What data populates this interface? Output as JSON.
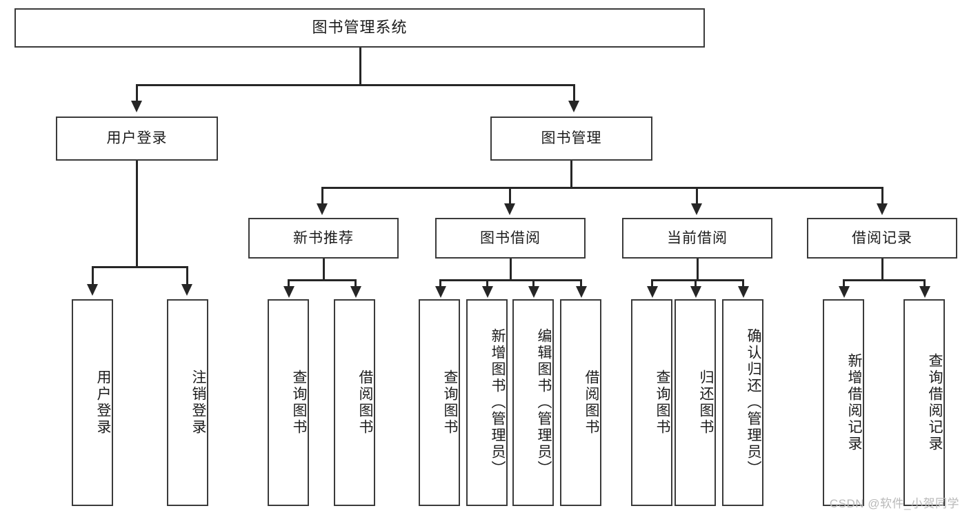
{
  "diagram": {
    "title": "图书管理系统",
    "watermark": "CSDN @软件_小贺同学",
    "nodes": {
      "root": {
        "label": "图书管理系统"
      },
      "user_login": {
        "label": "用户登录"
      },
      "book_manage": {
        "label": "图书管理"
      },
      "new_book_rec": {
        "label": "新书推荐"
      },
      "book_borrow": {
        "label": "图书借阅"
      },
      "current_borrow": {
        "label": "当前借阅"
      },
      "borrow_record": {
        "label": "借阅记录"
      },
      "leaf_user_login": {
        "label": "用户登录"
      },
      "leaf_logout": {
        "label": "注销登录"
      },
      "leaf_query_book_a": {
        "label": "查询图书"
      },
      "leaf_borrow_book_a": {
        "label": "借阅图书"
      },
      "leaf_query_book_b": {
        "label": "查询图书"
      },
      "leaf_add_book": {
        "label": "新增图书（管理员）"
      },
      "leaf_edit_book": {
        "label": "编辑图书（管理员）"
      },
      "leaf_borrow_book_b": {
        "label": "借阅图书"
      },
      "leaf_query_book_c": {
        "label": "查询图书"
      },
      "leaf_return_book": {
        "label": "归还图书"
      },
      "leaf_confirm_return": {
        "label": "确认归还（管理员）"
      },
      "leaf_add_record": {
        "label": "新增借阅记录"
      },
      "leaf_query_record": {
        "label": "查询借阅记录"
      }
    }
  },
  "chart_data": {
    "type": "diagram",
    "subtype": "tree",
    "title": "图书管理系统",
    "orientation": "top-down",
    "tree": {
      "label": "图书管理系统",
      "children": [
        {
          "label": "用户登录",
          "children": [
            {
              "label": "用户登录"
            },
            {
              "label": "注销登录"
            }
          ]
        },
        {
          "label": "图书管理",
          "children": [
            {
              "label": "新书推荐",
              "children": [
                {
                  "label": "查询图书"
                },
                {
                  "label": "借阅图书"
                }
              ]
            },
            {
              "label": "图书借阅",
              "children": [
                {
                  "label": "查询图书"
                },
                {
                  "label": "新增图书（管理员）"
                },
                {
                  "label": "编辑图书（管理员）"
                },
                {
                  "label": "借阅图书"
                }
              ]
            },
            {
              "label": "当前借阅",
              "children": [
                {
                  "label": "查询图书"
                },
                {
                  "label": "归还图书"
                },
                {
                  "label": "确认归还（管理员）"
                }
              ]
            },
            {
              "label": "借阅记录",
              "children": [
                {
                  "label": "新增借阅记录"
                },
                {
                  "label": "查询借阅记录"
                }
              ]
            }
          ]
        }
      ]
    }
  }
}
